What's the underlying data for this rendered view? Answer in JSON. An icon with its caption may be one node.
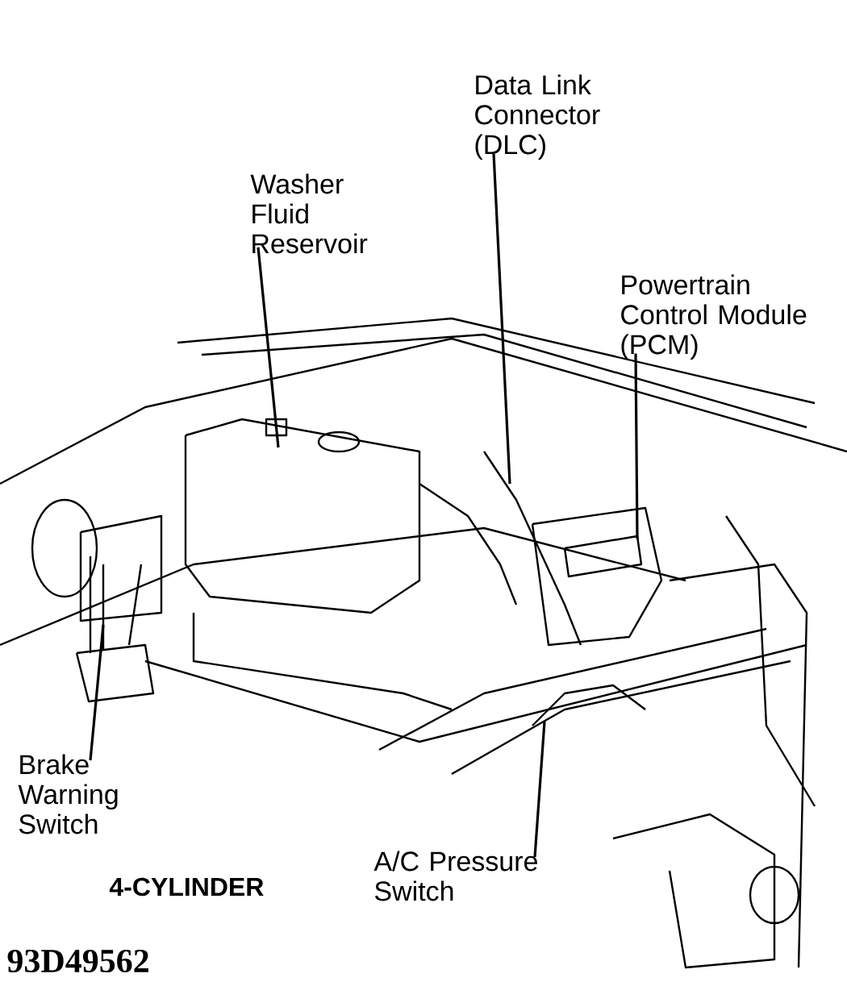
{
  "diagram": {
    "nodes": [
      {
        "text": [
          "Washer Fluid Reservoir"
        ]
      },
      {
        "text": [
          "Data Link Connector (DLC)"
        ]
      },
      {
        "text": [
          "Powertrain Control Module (PCM)"
        ]
      },
      {
        "text": [
          "Brake Warning Switch"
        ]
      },
      {
        "text": [
          "A/C Pressure Switch"
        ]
      }
    ],
    "edges": [
      {
        "from": 0,
        "to": null,
        "arrow": "none"
      },
      {
        "from": 1,
        "to": null,
        "arrow": "none"
      },
      {
        "from": 2,
        "to": null,
        "arrow": "none"
      },
      {
        "from": 3,
        "to": null,
        "arrow": "none"
      },
      {
        "from": 4,
        "to": null,
        "arrow": "none"
      }
    ],
    "labels": [
      "4-CYLINDER",
      "93D49562"
    ]
  }
}
